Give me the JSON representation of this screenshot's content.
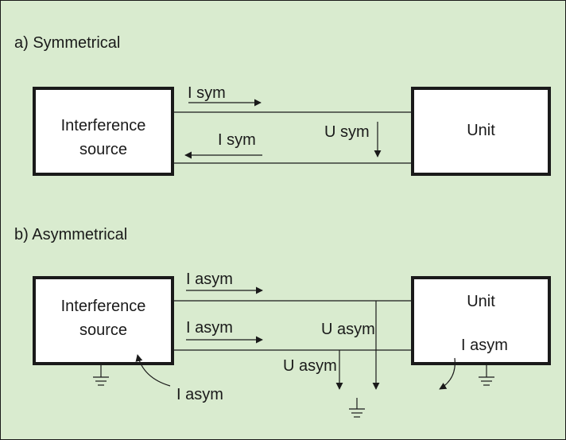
{
  "colors": {
    "background": "#d9ebcf",
    "stroke": "#1a1a1a",
    "box_fill": "#ffffff"
  },
  "section_a": {
    "title": "a)  Symmetrical",
    "source_box": {
      "line1": "Interference",
      "line2": "source"
    },
    "unit_box": {
      "label": "Unit"
    },
    "current_top": "I sym",
    "current_bottom": "I sym",
    "voltage": "U sym"
  },
  "section_b": {
    "title": "b)  Asymmetrical",
    "source_box": {
      "line1": "Interference",
      "line2": "source"
    },
    "unit_box": {
      "label": "Unit"
    },
    "current_top": "I asym",
    "current_middle": "I asym",
    "voltage_vertical": "U asym",
    "voltage_lower": "U asym",
    "unit_current": "I asym",
    "return_current": "I asym"
  },
  "icons": [
    "ground-icon",
    "arrow-icon"
  ]
}
